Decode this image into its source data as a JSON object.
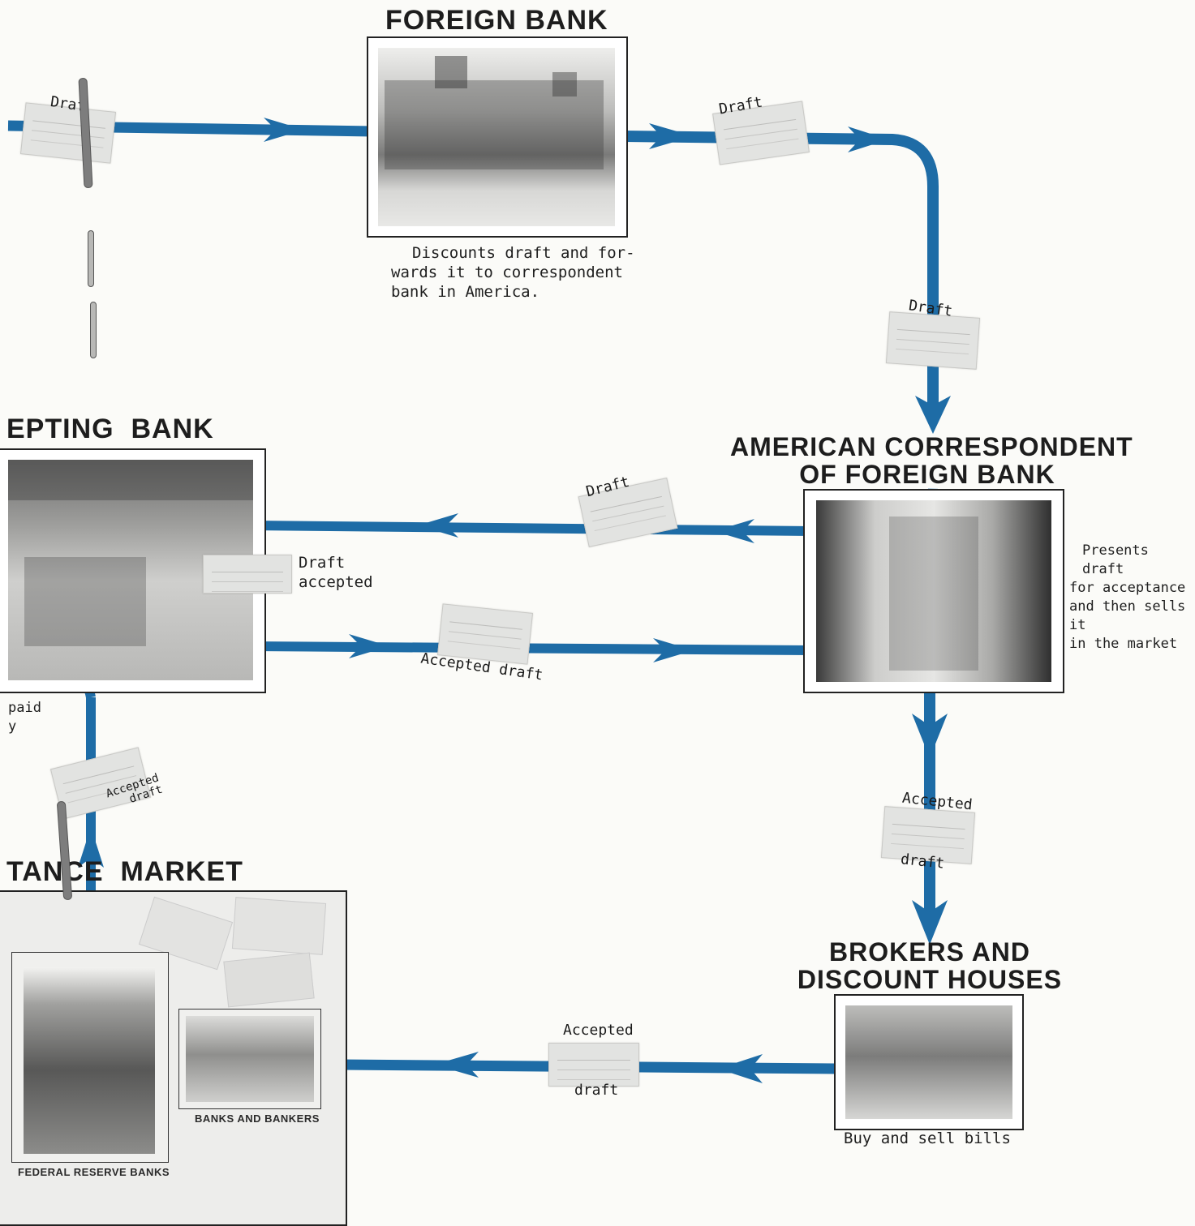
{
  "colors": {
    "flow_line": "#1e6ca6",
    "background": "#fbfbf8",
    "accent_red": "#d0502a"
  },
  "nodes": {
    "foreign_bank": {
      "title": "FOREIGN BANK",
      "caption_lines": [
        "Discounts draft and for-",
        "wards it to correspondent",
        "bank in America."
      ]
    },
    "accepting_bank": {
      "title": "EPTING  BANK",
      "side_lines": [
        "paid",
        "y"
      ]
    },
    "american_correspondent": {
      "title_lines": [
        "AMERICAN CORRESPONDENT",
        "OF FOREIGN BANK"
      ],
      "caption_lines": [
        "Presents draft",
        "for acceptance",
        "and then sells it",
        "in the market"
      ]
    },
    "brokers": {
      "title_lines": [
        "BROKERS AND",
        "DISCOUNT HOUSES"
      ],
      "caption": "Buy and sell bills"
    },
    "acceptance_market": {
      "title": "TANCE  MARKET",
      "federal_label": "FEDERAL RESERVE BANKS",
      "banks_label": "BANKS AND BANKERS"
    }
  },
  "flow_labels": {
    "top_left": "Draf",
    "top_right": "Draft",
    "right_down": "Draft",
    "middle_top": "Draft",
    "draft_accepted_line1": "Draft",
    "draft_accepted_line2": "accepted",
    "middle_bottom": "Accepted draft",
    "right_accepted_top": "Accepted",
    "right_accepted_bottom": "draft",
    "bottom_accepted_top": "Accepted",
    "bottom_accepted_bottom": "draft",
    "left_accepted_line1": "Accepted",
    "left_accepted_line2": "draft"
  }
}
